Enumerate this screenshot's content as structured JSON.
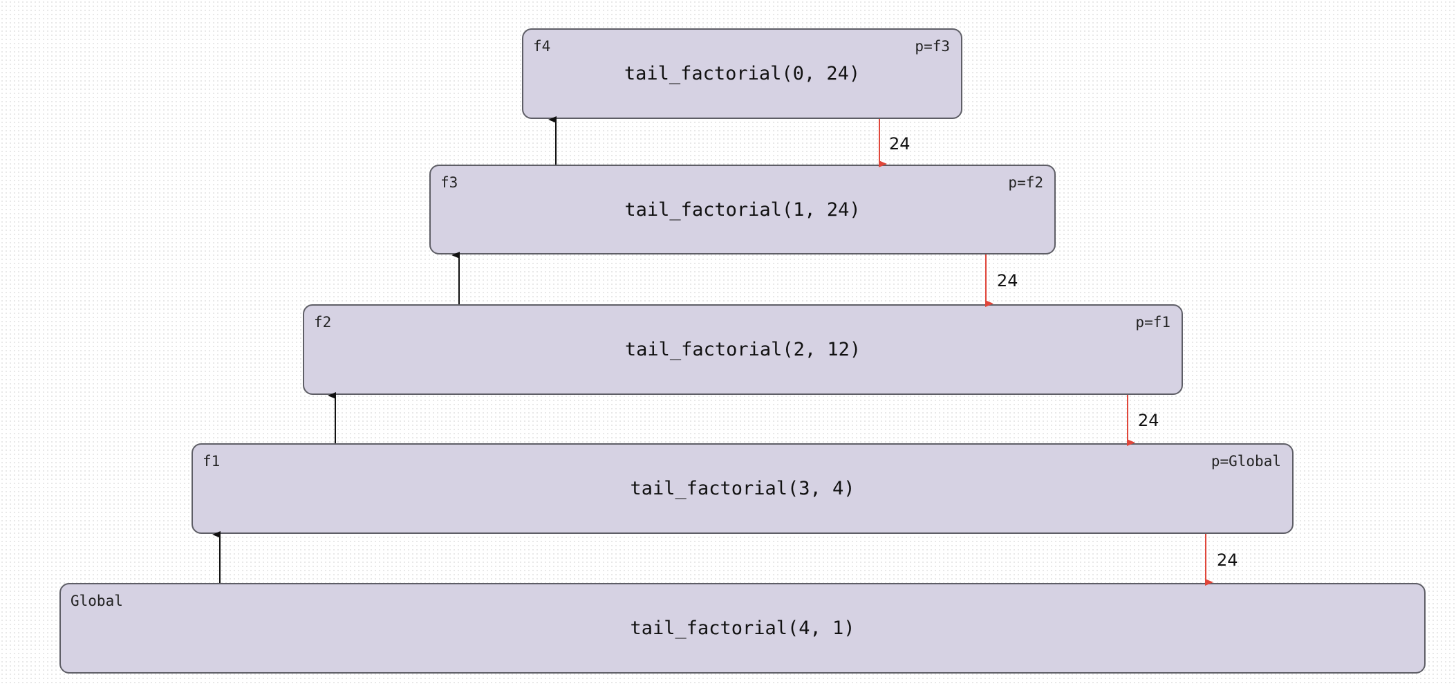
{
  "frames": [
    {
      "id": "f4",
      "parent": "p=f3",
      "call": "tail_factorial(0, 24)"
    },
    {
      "id": "f3",
      "parent": "p=f2",
      "call": "tail_factorial(1, 24)"
    },
    {
      "id": "f2",
      "parent": "p=f1",
      "call": "tail_factorial(2, 12)"
    },
    {
      "id": "f1",
      "parent": "p=Global",
      "call": "tail_factorial(3, 4)"
    },
    {
      "id": "Global",
      "parent": "",
      "call": "tail_factorial(4, 1)"
    }
  ],
  "returns": [
    {
      "from": "f4",
      "to": "f3",
      "value": "24"
    },
    {
      "from": "f3",
      "to": "f2",
      "value": "24"
    },
    {
      "from": "f2",
      "to": "f1",
      "value": "24"
    },
    {
      "from": "f1",
      "to": "Global",
      "value": "24"
    }
  ],
  "colors": {
    "frame_fill": "#d6d2e3",
    "frame_border": "#5e5e66",
    "call_arrow": "#111111",
    "return_arrow": "#e0463a"
  }
}
